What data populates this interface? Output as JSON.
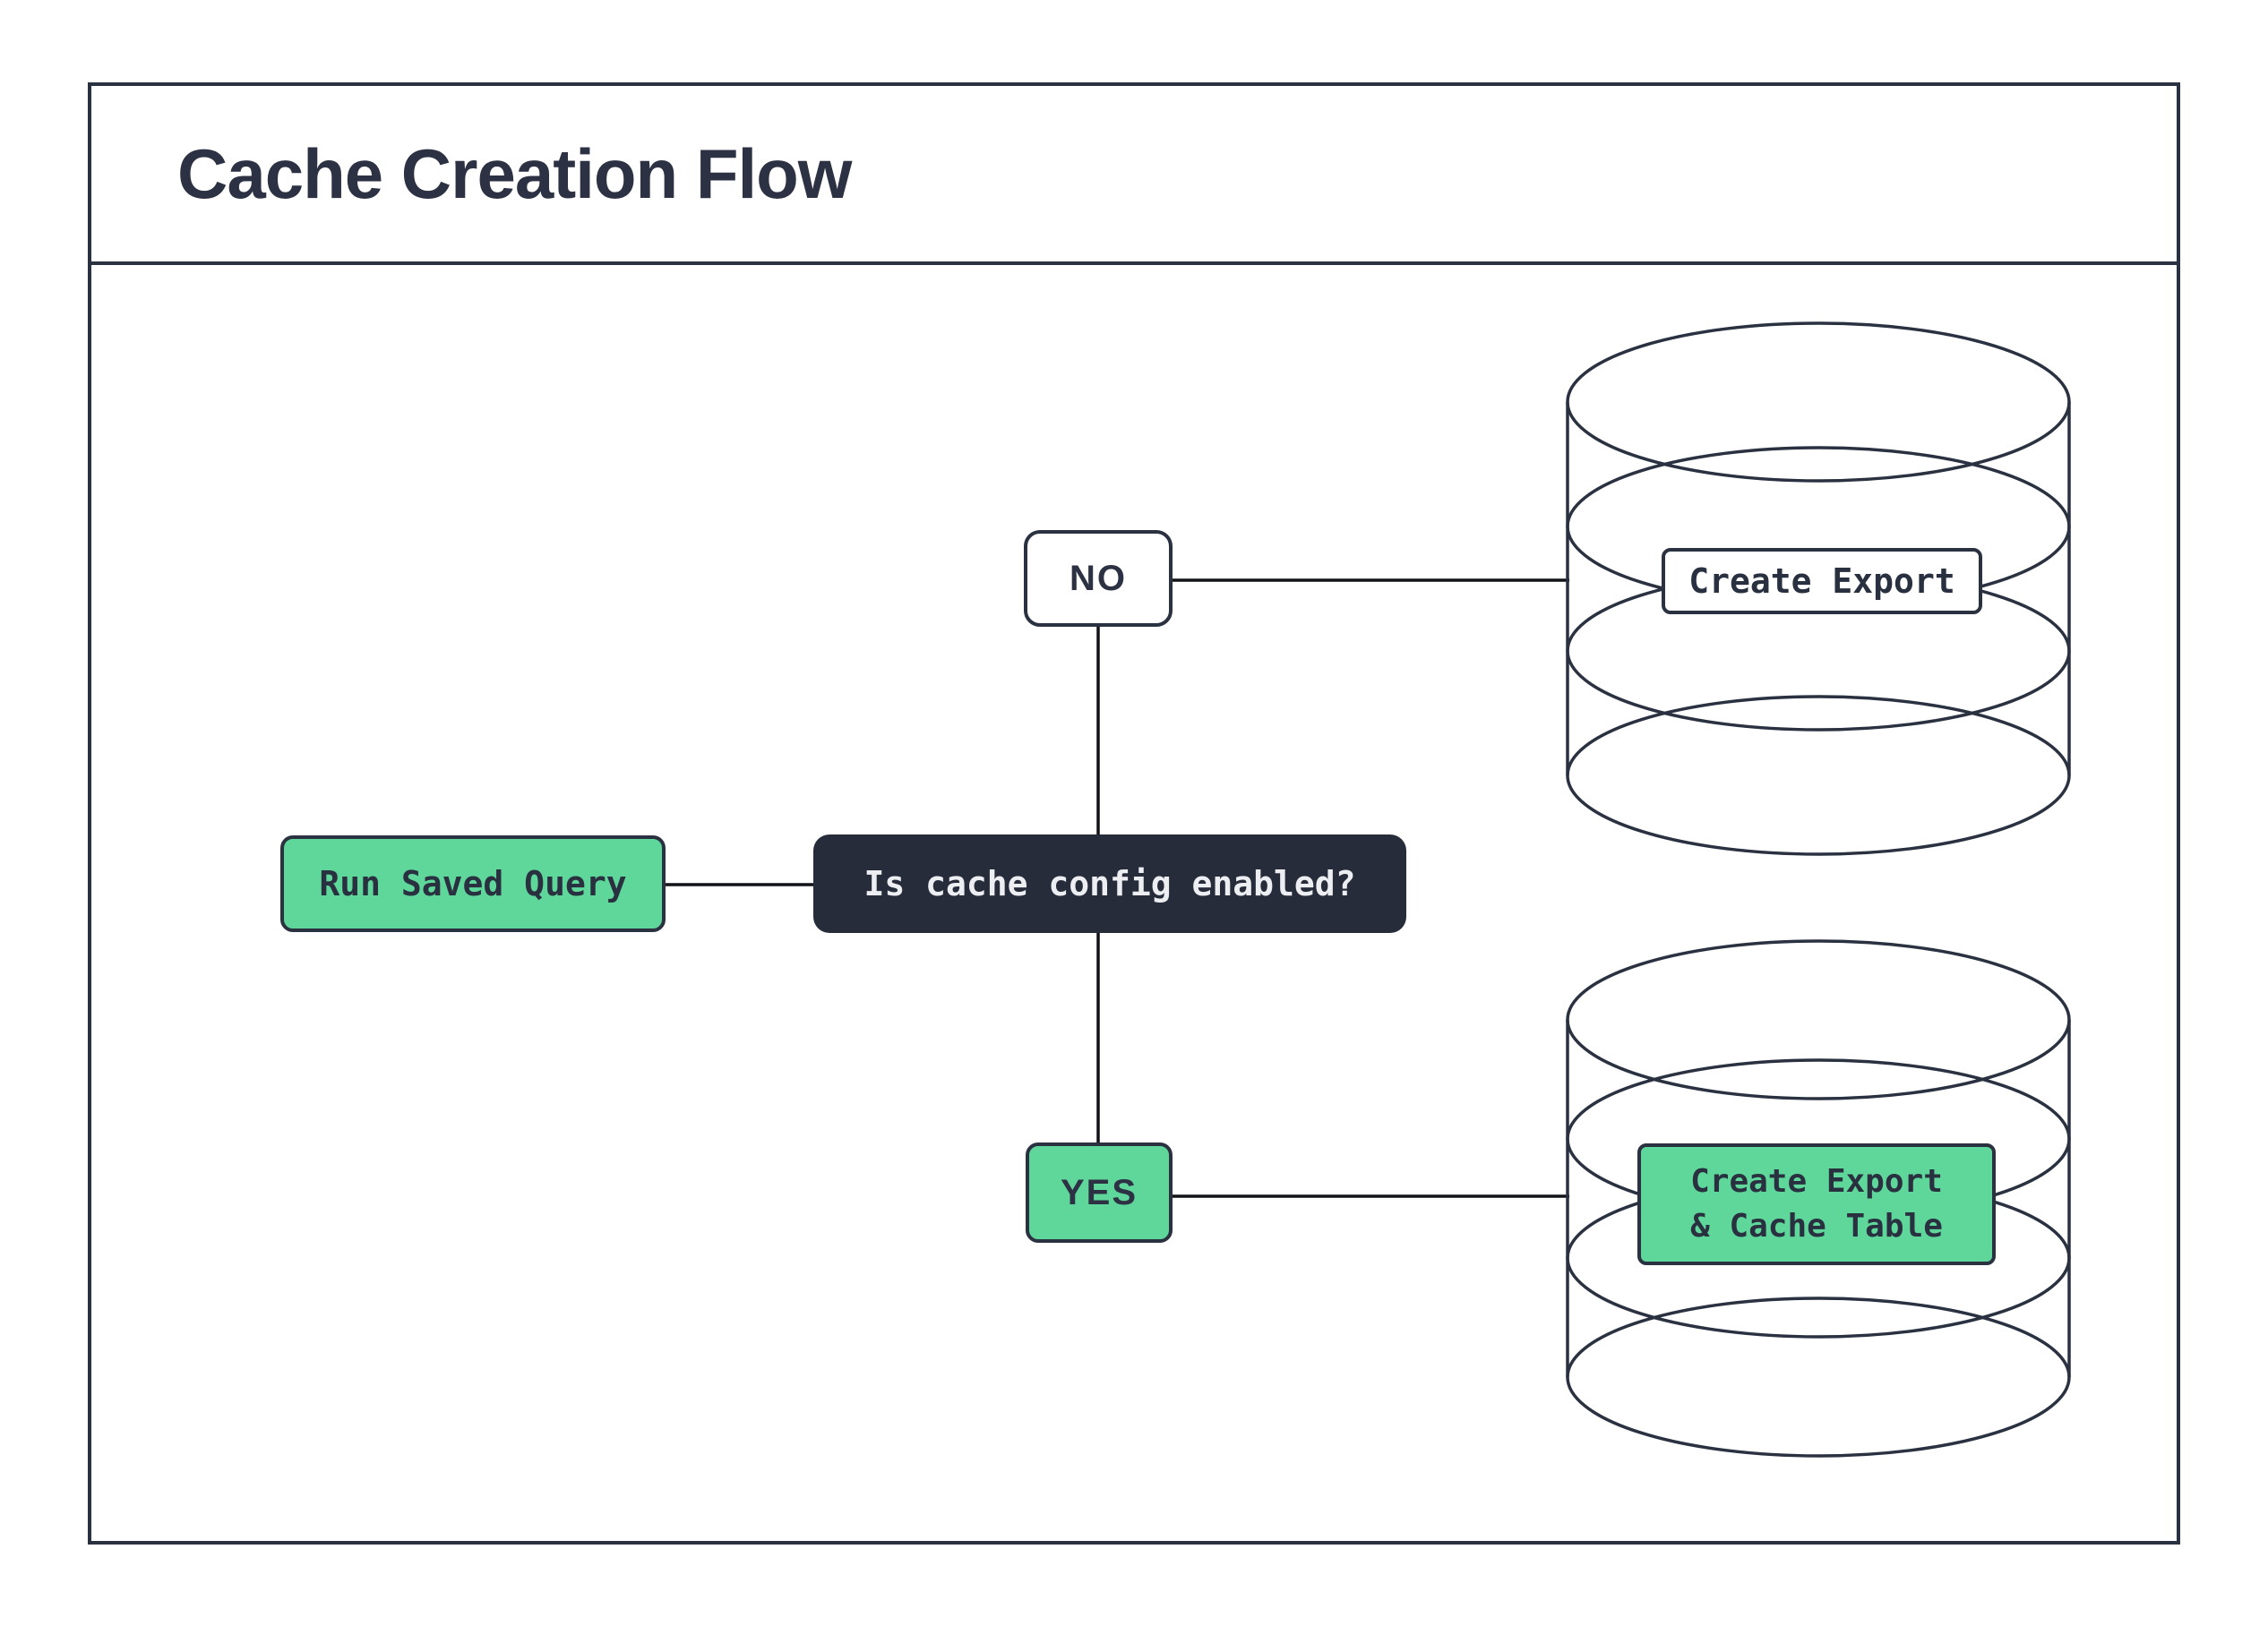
{
  "title": "Cache Creation Flow",
  "flow": {
    "start_label": "Run Saved Query",
    "decision_label": "Is cache config enabled?",
    "edge_no_label": "NO",
    "edge_yes_label": "YES",
    "outcome_no_label": "Create Export",
    "outcome_yes_label_line1": "Create Export",
    "outcome_yes_label_line2": "& Cache Table"
  },
  "colors": {
    "accent_green": "#5fd79b",
    "dark_navy_border": "#2a3140",
    "decision_bg": "#262c3a",
    "connector_black": "#111318",
    "title_text": "#2c3243",
    "light_text": "#edeef1"
  }
}
